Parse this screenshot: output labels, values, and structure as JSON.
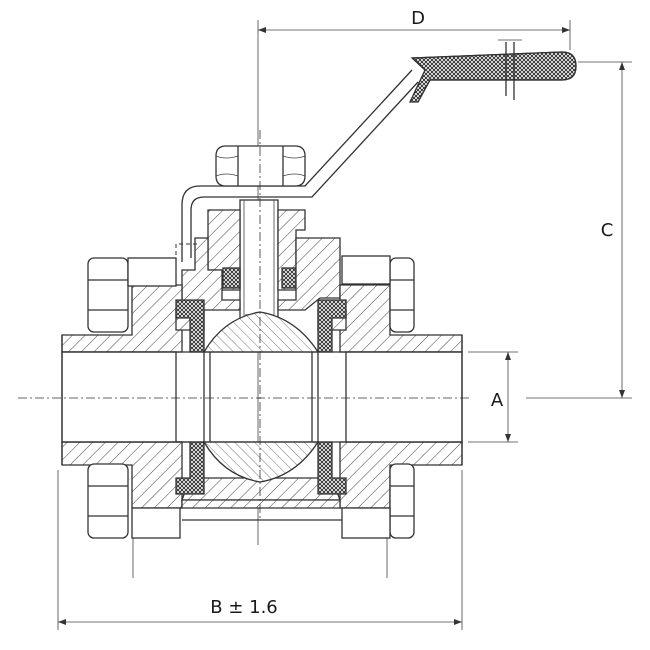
{
  "dimensions": {
    "d_label": "D",
    "c_label": "C",
    "a_label": "A",
    "b_label": "B ± 1.6"
  }
}
